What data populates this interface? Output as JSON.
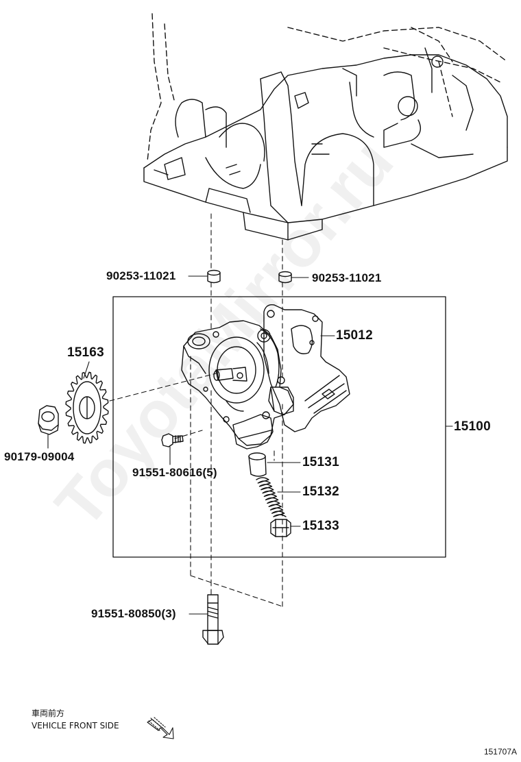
{
  "watermark_text": "ToyotaMirror.ru",
  "parts": {
    "p_90253_left": "90253-11021",
    "p_90253_right": "90253-11021",
    "p_15012": "15012",
    "p_15163": "15163",
    "p_15100": "15100",
    "p_90179": "90179-09004",
    "p_91551_80616": "91551-80616(5)",
    "p_15131": "15131",
    "p_15132": "15132",
    "p_15133": "15133",
    "p_91551_80850": "91551-80850(3)"
  },
  "front_note": {
    "jp": "車両前方",
    "en": "VEHICLE FRONT SIDE"
  },
  "diagram_id": "151707A"
}
